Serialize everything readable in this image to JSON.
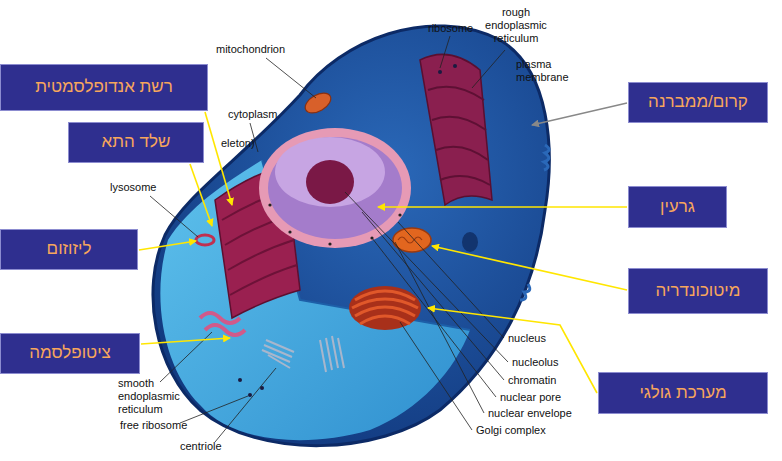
{
  "diagram": {
    "nodes": [
      {
        "text": [
          "רשת אנדופלסמטית"
        ]
      },
      {
        "text": [
          "קרום/ממברנה"
        ]
      },
      {
        "text": [
          "שלד התא"
        ]
      },
      {
        "text": [
          "גרעין"
        ]
      },
      {
        "text": [
          "ליזוזום"
        ]
      },
      {
        "text": [
          "מיטוכונדריה"
        ]
      },
      {
        "text": [
          "ציטופלסמה"
        ]
      },
      {
        "text": [
          "מערכת גולגי"
        ]
      }
    ],
    "labels": [
      "mitochondrion",
      "ribosome",
      "rough endoplasmic reticulum",
      "plasma membrane",
      "cytoplasm",
      "eleton)",
      "lysosome",
      "nucleus",
      "nucleolus",
      "chromatin",
      "smooth endoplasmic reticulum",
      "nuclear pore",
      "nuclear envelope",
      "free ribosome",
      "Golgi complex",
      "centriole"
    ]
  }
}
